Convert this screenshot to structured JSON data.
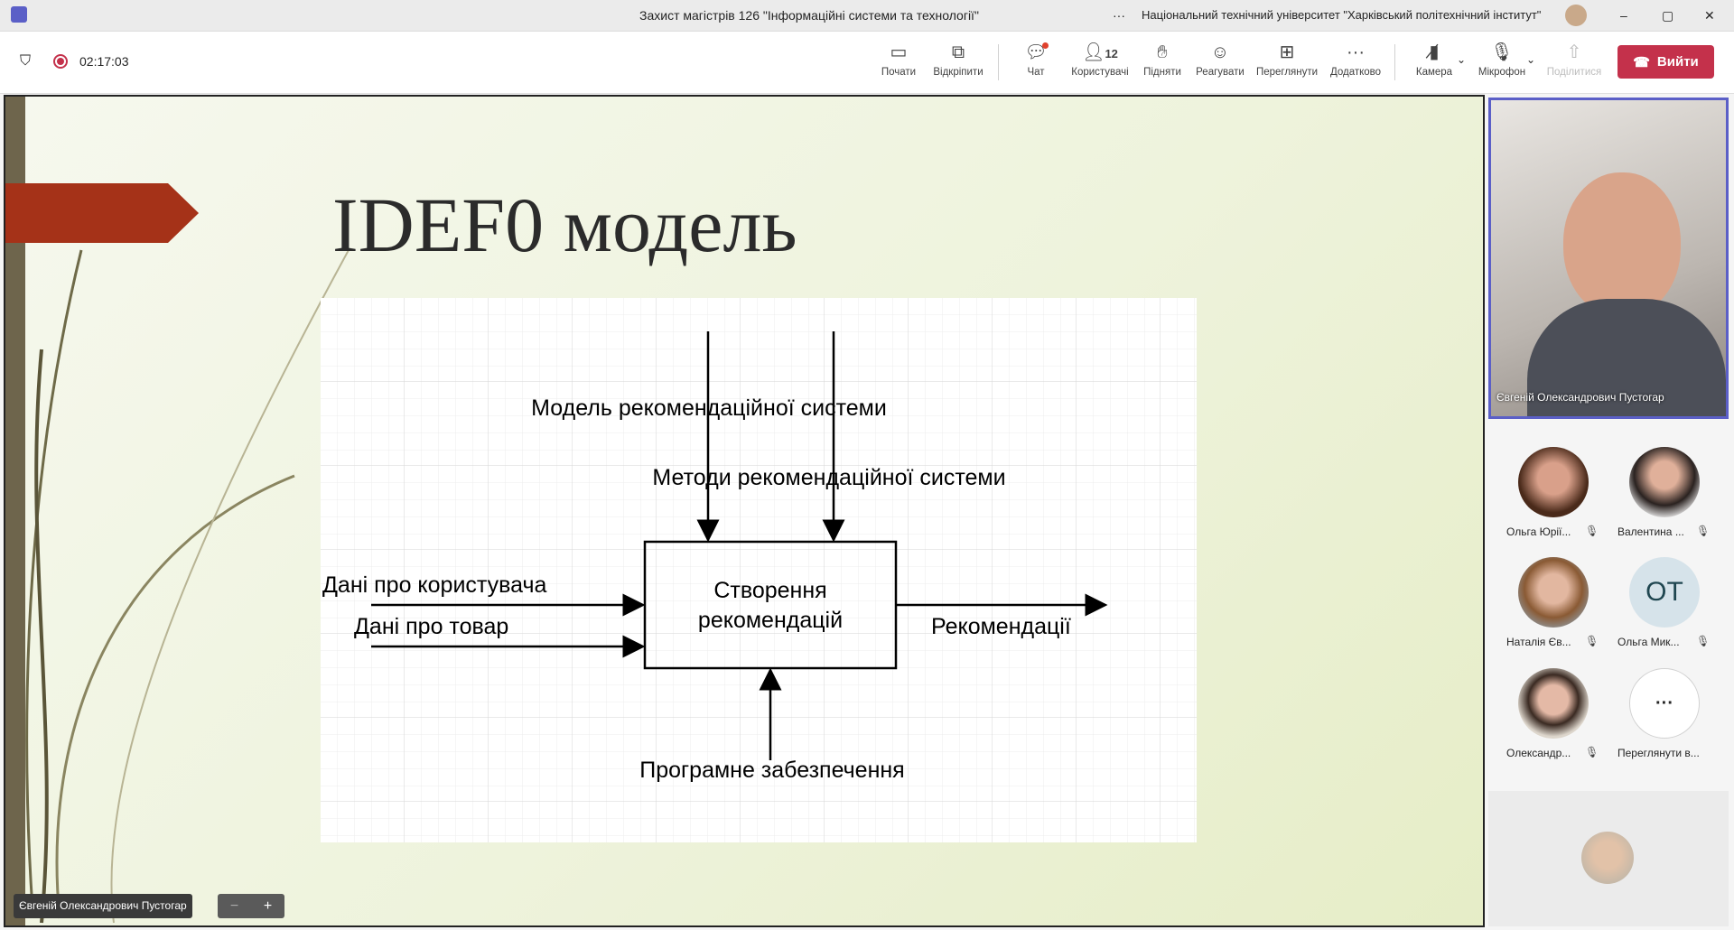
{
  "window": {
    "title": "Захист магістрів 126 \"Інформаційні системи та технології\"",
    "org": "Національний технічний університет \"Харківський політехнічний інститут\"",
    "more": "···",
    "minimize": "–",
    "maximize": "▢",
    "close": "✕"
  },
  "meeting": {
    "timer": "02:17:03",
    "recording_color": "#c4314b"
  },
  "toolbar": {
    "items": [
      {
        "label": "Почати",
        "icon": "share-screen-icon"
      },
      {
        "label": "Відкріпити",
        "icon": "pop-out-icon"
      },
      {
        "label": "Чат",
        "icon": "chat-icon"
      },
      {
        "label": "Користувачі",
        "icon": "people-icon",
        "count": "12"
      },
      {
        "label": "Підняти",
        "icon": "raise-hand-icon"
      },
      {
        "label": "Реагувати",
        "icon": "react-icon"
      },
      {
        "label": "Переглянути",
        "icon": "view-icon"
      },
      {
        "label": "Додатково",
        "icon": "more-icon"
      },
      {
        "label": "Камера",
        "icon": "camera-off-icon"
      },
      {
        "label": "Мікрофон",
        "icon": "mic-off-icon"
      },
      {
        "label": "Поділитися",
        "icon": "share-icon"
      }
    ],
    "leave_label": "Вийти",
    "leave_color": "#c4314b"
  },
  "slide": {
    "title": "IDEF0 модель",
    "diagram": {
      "control1": "Модель рекомендаційної системи",
      "control2": "Методи рекомендаційної системи",
      "input1": "Дані про користувача",
      "input2": "Дані про товар",
      "box_line1": "Створення",
      "box_line2": "рекомендацій",
      "output": "Рекомендації",
      "mechanism": "Програмне забезпечення"
    },
    "presenter": "Євгеній Олександрович Пустогар",
    "zoom_out": "−",
    "zoom_in": "+"
  },
  "speaker": {
    "name": "Євгеній Олександрович Пустогар"
  },
  "participants": [
    {
      "name": "Ольга Юрії...",
      "muted": true
    },
    {
      "name": "Валентина ...",
      "muted": true
    },
    {
      "name": "Наталія Єв...",
      "muted": true
    },
    {
      "name": "Ольга Мик...",
      "initials": "ОТ",
      "muted": true
    },
    {
      "name": "Олександр...",
      "muted": true
    },
    {
      "name": "Переглянути в...",
      "icon": "more-icon",
      "label": "···"
    }
  ]
}
